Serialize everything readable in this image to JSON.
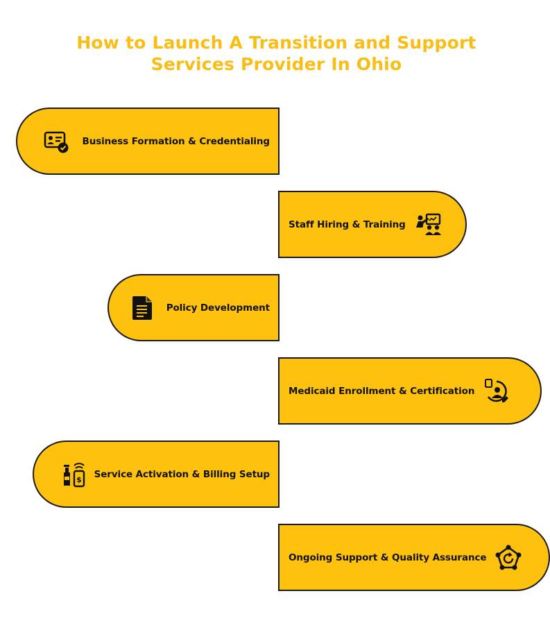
{
  "title": {
    "line1": "How to Launch A Transition and Support",
    "line2": "Services Provider In Ohio"
  },
  "colors": {
    "accent": "#fec20e",
    "title": "#f9bd14",
    "outline": "#1a1a1a"
  },
  "steps": [
    {
      "label": "Business Formation & Credentialing",
      "icon": "id-card-check-icon"
    },
    {
      "label": "Staff Hiring & Training",
      "icon": "presentation-team-icon"
    },
    {
      "label": "Policy Development",
      "icon": "document-icon"
    },
    {
      "label": "Medicaid Enrollment & Certification",
      "icon": "enrollment-user-icon"
    },
    {
      "label": "Service Activation & Billing Setup",
      "icon": "mobile-payment-icon"
    },
    {
      "label": "Ongoing Support & Quality Assurance",
      "icon": "quality-cycle-icon"
    }
  ]
}
